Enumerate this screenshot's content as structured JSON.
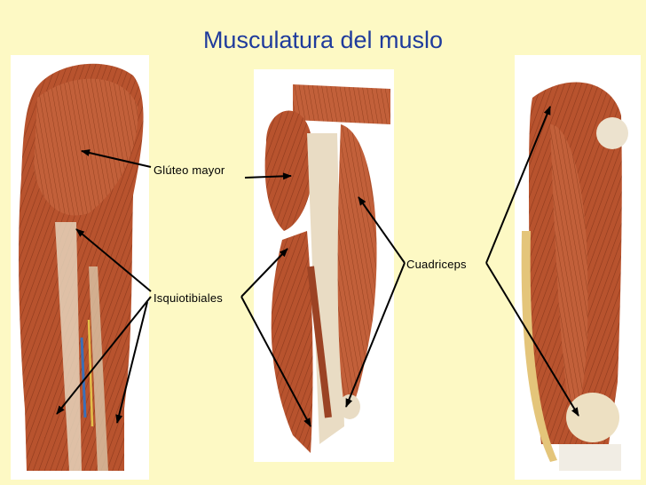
{
  "title": "Musculatura del muslo",
  "labels": {
    "gluteo_mayor": "Glúteo mayor",
    "isquiotibiales": "Isquiotibiales",
    "cuadriceps": "Cuadriceps"
  },
  "colors": {
    "background": "#fdf9c4",
    "title": "#1f3b9c",
    "muscle": "#b8532e",
    "tendon": "#e9dcc4"
  }
}
